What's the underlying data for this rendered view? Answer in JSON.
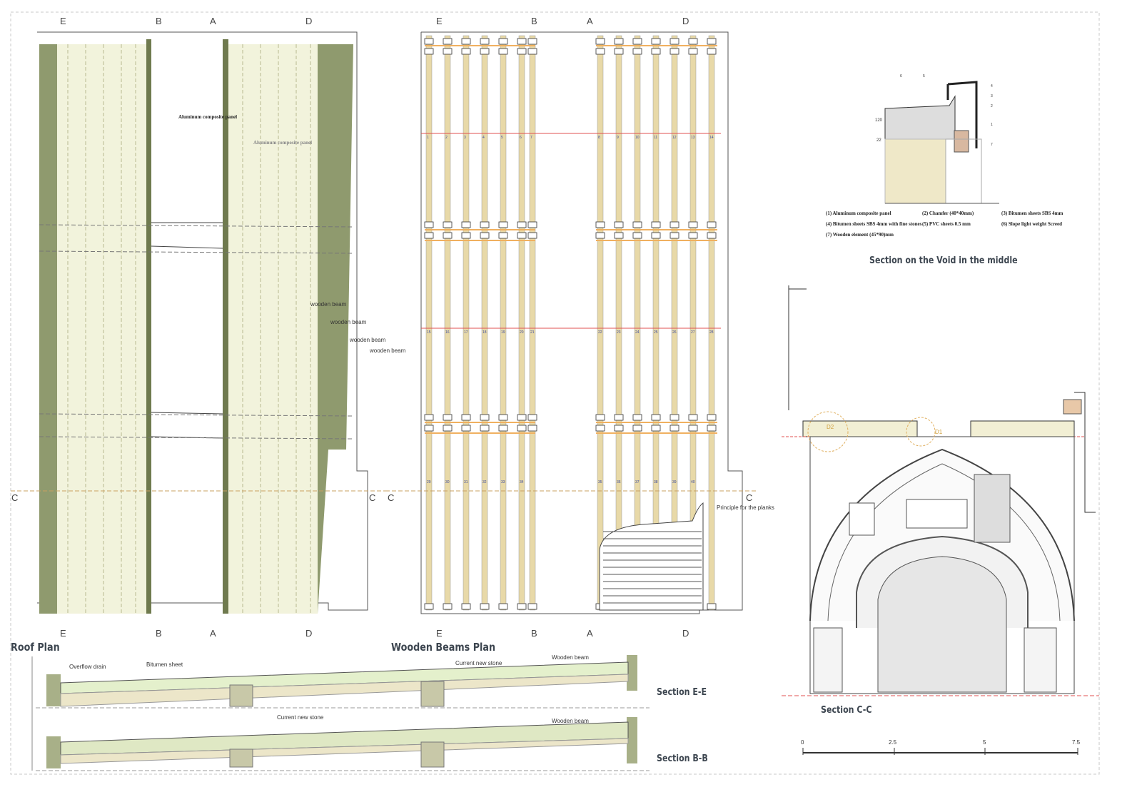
{
  "roof_plan": {
    "title": "Roof Plan",
    "grid_top": [
      "E",
      "B",
      "A",
      "D"
    ],
    "grid_bottom": [
      "E",
      "B",
      "A",
      "D"
    ],
    "axis_c": [
      "C",
      "C"
    ],
    "labels": [
      "Aluminum composite panel",
      "Aluminum composite panel",
      "wooden beam",
      "wooden beam",
      "wooden beam",
      "wooden beam"
    ]
  },
  "wooden_beams_plan": {
    "title": "Wooden Beams Plan",
    "grid_top": [
      "E",
      "B",
      "A",
      "D"
    ],
    "grid_bottom": [
      "E",
      "B",
      "A",
      "D"
    ],
    "axis_c": [
      "C",
      "C"
    ],
    "planks_label": "Principle for the planks",
    "beam_numbers_row1": [
      "1",
      "2",
      "3",
      "4",
      "5",
      "6",
      "7",
      "8",
      "9",
      "10",
      "11",
      "12",
      "13",
      "14"
    ],
    "beam_numbers_row2": [
      "15",
      "16",
      "17",
      "18",
      "19",
      "20",
      "21",
      "22",
      "23",
      "24",
      "25",
      "26",
      "27",
      "28"
    ],
    "beam_numbers_row3": [
      "29",
      "30",
      "31",
      "32",
      "33",
      "34",
      "35",
      "36",
      "37",
      "38",
      "39",
      "40"
    ]
  },
  "section_ee": {
    "title": "Section E-E",
    "labels": [
      "Overflow drain",
      "Bitumen sheet",
      "Current new stone",
      "Wooden beam"
    ]
  },
  "section_bb": {
    "title": "Section B-B",
    "labels": [
      "Current new stone",
      "Wooden beam"
    ]
  },
  "void_section": {
    "title": "Section on the Void in the middle",
    "dims": [
      "120",
      "22"
    ],
    "callouts": [
      "6",
      "5",
      "4",
      "3",
      "2",
      "1",
      "7"
    ],
    "legend": [
      "(1) Aluminum composite panel",
      "(2) Chamfer (40*40mm)",
      "(3) Bitumen sheets SBS 4mm",
      "(4) Bitumen sheets SBS 4mm with fine stones",
      "(5) PVC sheets 0.5 mm",
      "(6) Slope light weight Screed",
      "(7) Wooden element (45*90)mm"
    ]
  },
  "section_cc": {
    "title": "Section C-C",
    "details": [
      "D2",
      "D1"
    ]
  },
  "scale_bar": {
    "ticks": [
      "0",
      "2.5",
      "5",
      "7.5"
    ]
  },
  "colors": {
    "dark_green": "#8f9a6e",
    "light_panel": "#f2f3dc",
    "beam": "#e8d9a8",
    "orange": "#f0b060",
    "red": "#e05050",
    "stone": "#ece6c9"
  }
}
